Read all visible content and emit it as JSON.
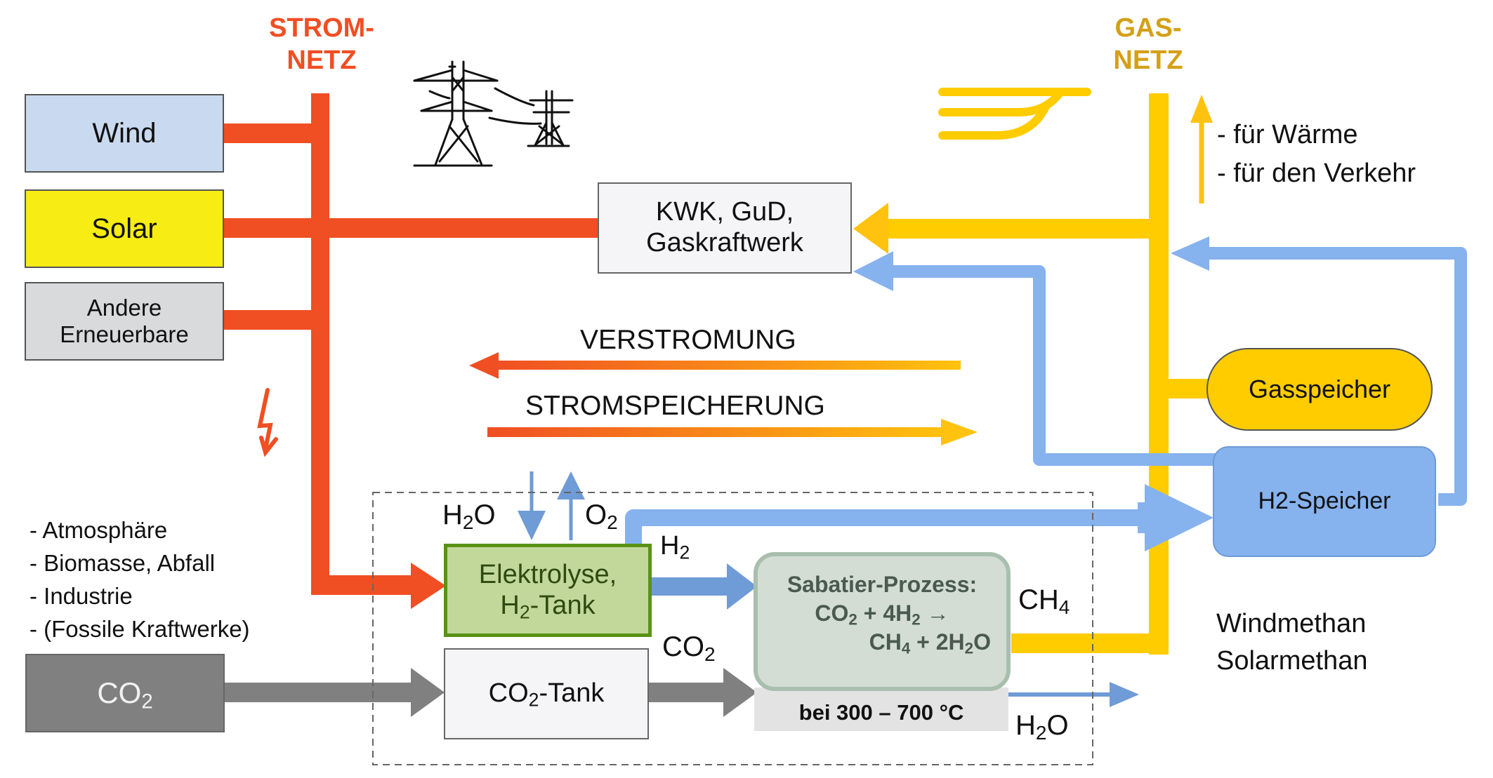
{
  "title_strom": [
    "STROM-",
    "NETZ"
  ],
  "title_gas": [
    "GAS-",
    "NETZ"
  ],
  "sources": {
    "wind": "Wind",
    "solar": "Solar",
    "andere": [
      "Andere",
      "Erneuerbare"
    ]
  },
  "kwk": [
    "KWK, GuD,",
    "Gaskraftwerk"
  ],
  "gas_uses": [
    "- für Wärme",
    "- für den Verkehr"
  ],
  "flows": {
    "verstromung": "VERSTROMUNG",
    "stromspeicherung": "STROMSPEICHERUNG"
  },
  "gasspeicher": "Gasspeicher",
  "h2_speicher": "H2-Speicher",
  "co2_sources": [
    "- Atmosphäre",
    "- Biomasse, Abfall",
    "- Industrie",
    "- (Fossile Kraftwerke)"
  ],
  "co2_box": {
    "main": "CO",
    "sub": "2"
  },
  "elektrolyse": {
    "line1": "Elektrolyse,",
    "line2_pre": "H",
    "line2_sub": "2",
    "line2_post": "-Tank"
  },
  "co2_tank": {
    "pre": "CO",
    "sub": "2",
    "post": "-Tank"
  },
  "sabatier": {
    "title": "Sabatier-Prozess:",
    "eq1": [
      {
        "t": "CO"
      },
      {
        "s": "2"
      },
      {
        "t": " + 4H"
      },
      {
        "s": "2"
      },
      {
        "t": " →"
      }
    ],
    "eq2": [
      {
        "t": "CH"
      },
      {
        "s": "4"
      },
      {
        "t": " + 2H"
      },
      {
        "s": "2"
      },
      {
        "t": "O"
      }
    ],
    "temperature": "bei 300 – 700 °C"
  },
  "chem_labels": {
    "h2o_in": [
      {
        "t": "H"
      },
      {
        "s": "2"
      },
      {
        "t": "O"
      }
    ],
    "o2_out": [
      {
        "t": "O"
      },
      {
        "s": "2"
      }
    ],
    "h2": [
      {
        "t": "H"
      },
      {
        "s": "2"
      }
    ],
    "co2": [
      {
        "t": "CO"
      },
      {
        "s": "2"
      }
    ],
    "ch4": [
      {
        "t": "CH"
      },
      {
        "s": "4"
      }
    ],
    "h2o_out": [
      {
        "t": "H"
      },
      {
        "s": "2"
      },
      {
        "t": "O"
      }
    ]
  },
  "result_labels": [
    "Windmethan",
    "Solarmethan"
  ],
  "colors": {
    "strom": "#f04e23",
    "gas": "#ffcc00",
    "gas_title": "#d4a017",
    "h2_light": "#86b2ee",
    "h2_dark": "#6f9bd6",
    "co2": "#808080",
    "wind_box": "#c9daf0",
    "solar_box": "#f7ec13",
    "andere_box": "#d9dadc",
    "elektrolyse_fill": "#c2d89a",
    "elektrolyse_border": "#5a9216",
    "sabatier_fill": "#d3ddd4",
    "sabatier_border": "#a9bfae"
  }
}
